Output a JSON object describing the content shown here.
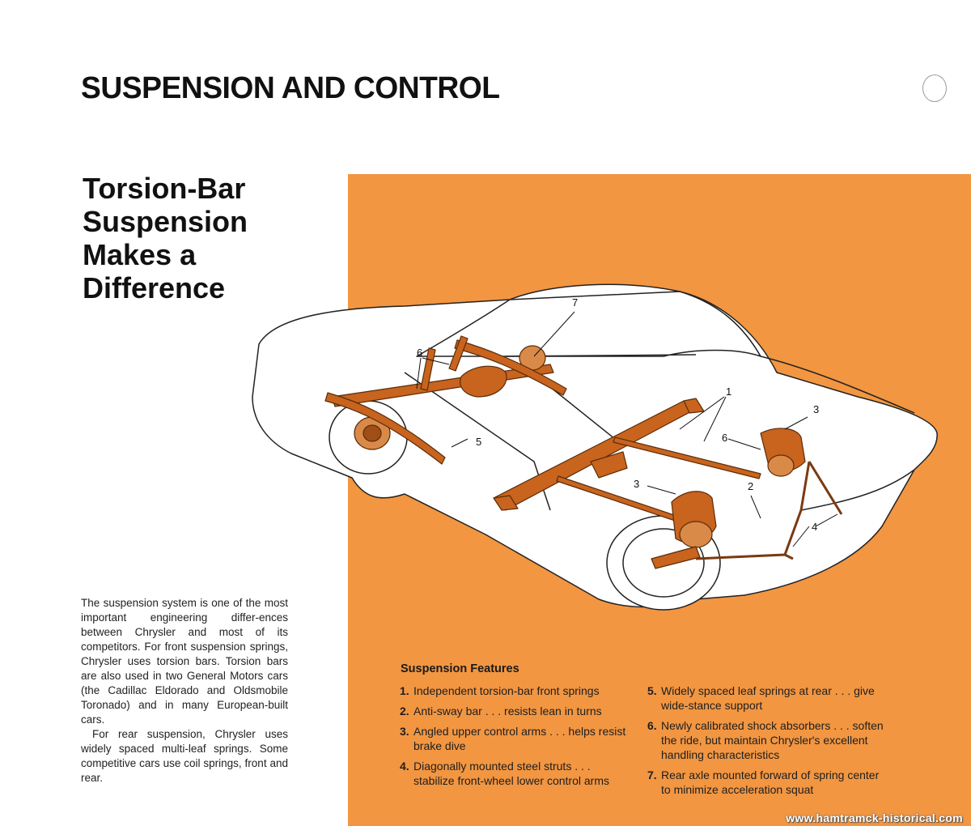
{
  "page": {
    "title": "SUSPENSION AND CONTROL",
    "headline": [
      "Torsion-Bar",
      "Suspension",
      "Makes a",
      "Difference"
    ]
  },
  "body": {
    "paragraphs": [
      "The suspension system is one of the most important engineering differ-ences between Chrysler and most of its competitors. For front suspension springs, Chrysler uses torsion bars. Torsion bars are also used in two General Motors cars (the Cadillac Eldorado and Oldsmobile Toronado) and in many European-built cars.",
      "For rear suspension, Chrysler uses widely spaced multi-leaf springs. Some competitive cars use coil springs, front and rear."
    ]
  },
  "features": {
    "title": "Suspension Features",
    "items": [
      {
        "num": "1.",
        "text": "Independent torsion-bar front springs"
      },
      {
        "num": "2.",
        "text": "Anti-sway bar . . . resists lean in turns"
      },
      {
        "num": "3.",
        "text": "Angled upper control arms . . . helps resist brake dive"
      },
      {
        "num": "4.",
        "text": "Diagonally mounted steel struts . . . stabilize front-wheel lower control arms"
      },
      {
        "num": "5.",
        "text": "Widely spaced leaf springs at rear . . . give wide-stance support"
      },
      {
        "num": "6.",
        "text": "Newly calibrated shock absorbers . . . soften the ride, but maintain Chrysler's excellent handling characteristics"
      },
      {
        "num": "7.",
        "text": "Rear axle mounted forward of spring center to minimize acceleration squat"
      }
    ]
  },
  "illustration": {
    "callouts": [
      "1",
      "2",
      "3",
      "3",
      "4",
      "5",
      "6",
      "6",
      "7"
    ]
  },
  "watermark": "www.hamtramck-historical.com",
  "colors": {
    "orange_panel": "#f29642",
    "suspension_parts": "#c8641e",
    "text": "#111111"
  }
}
